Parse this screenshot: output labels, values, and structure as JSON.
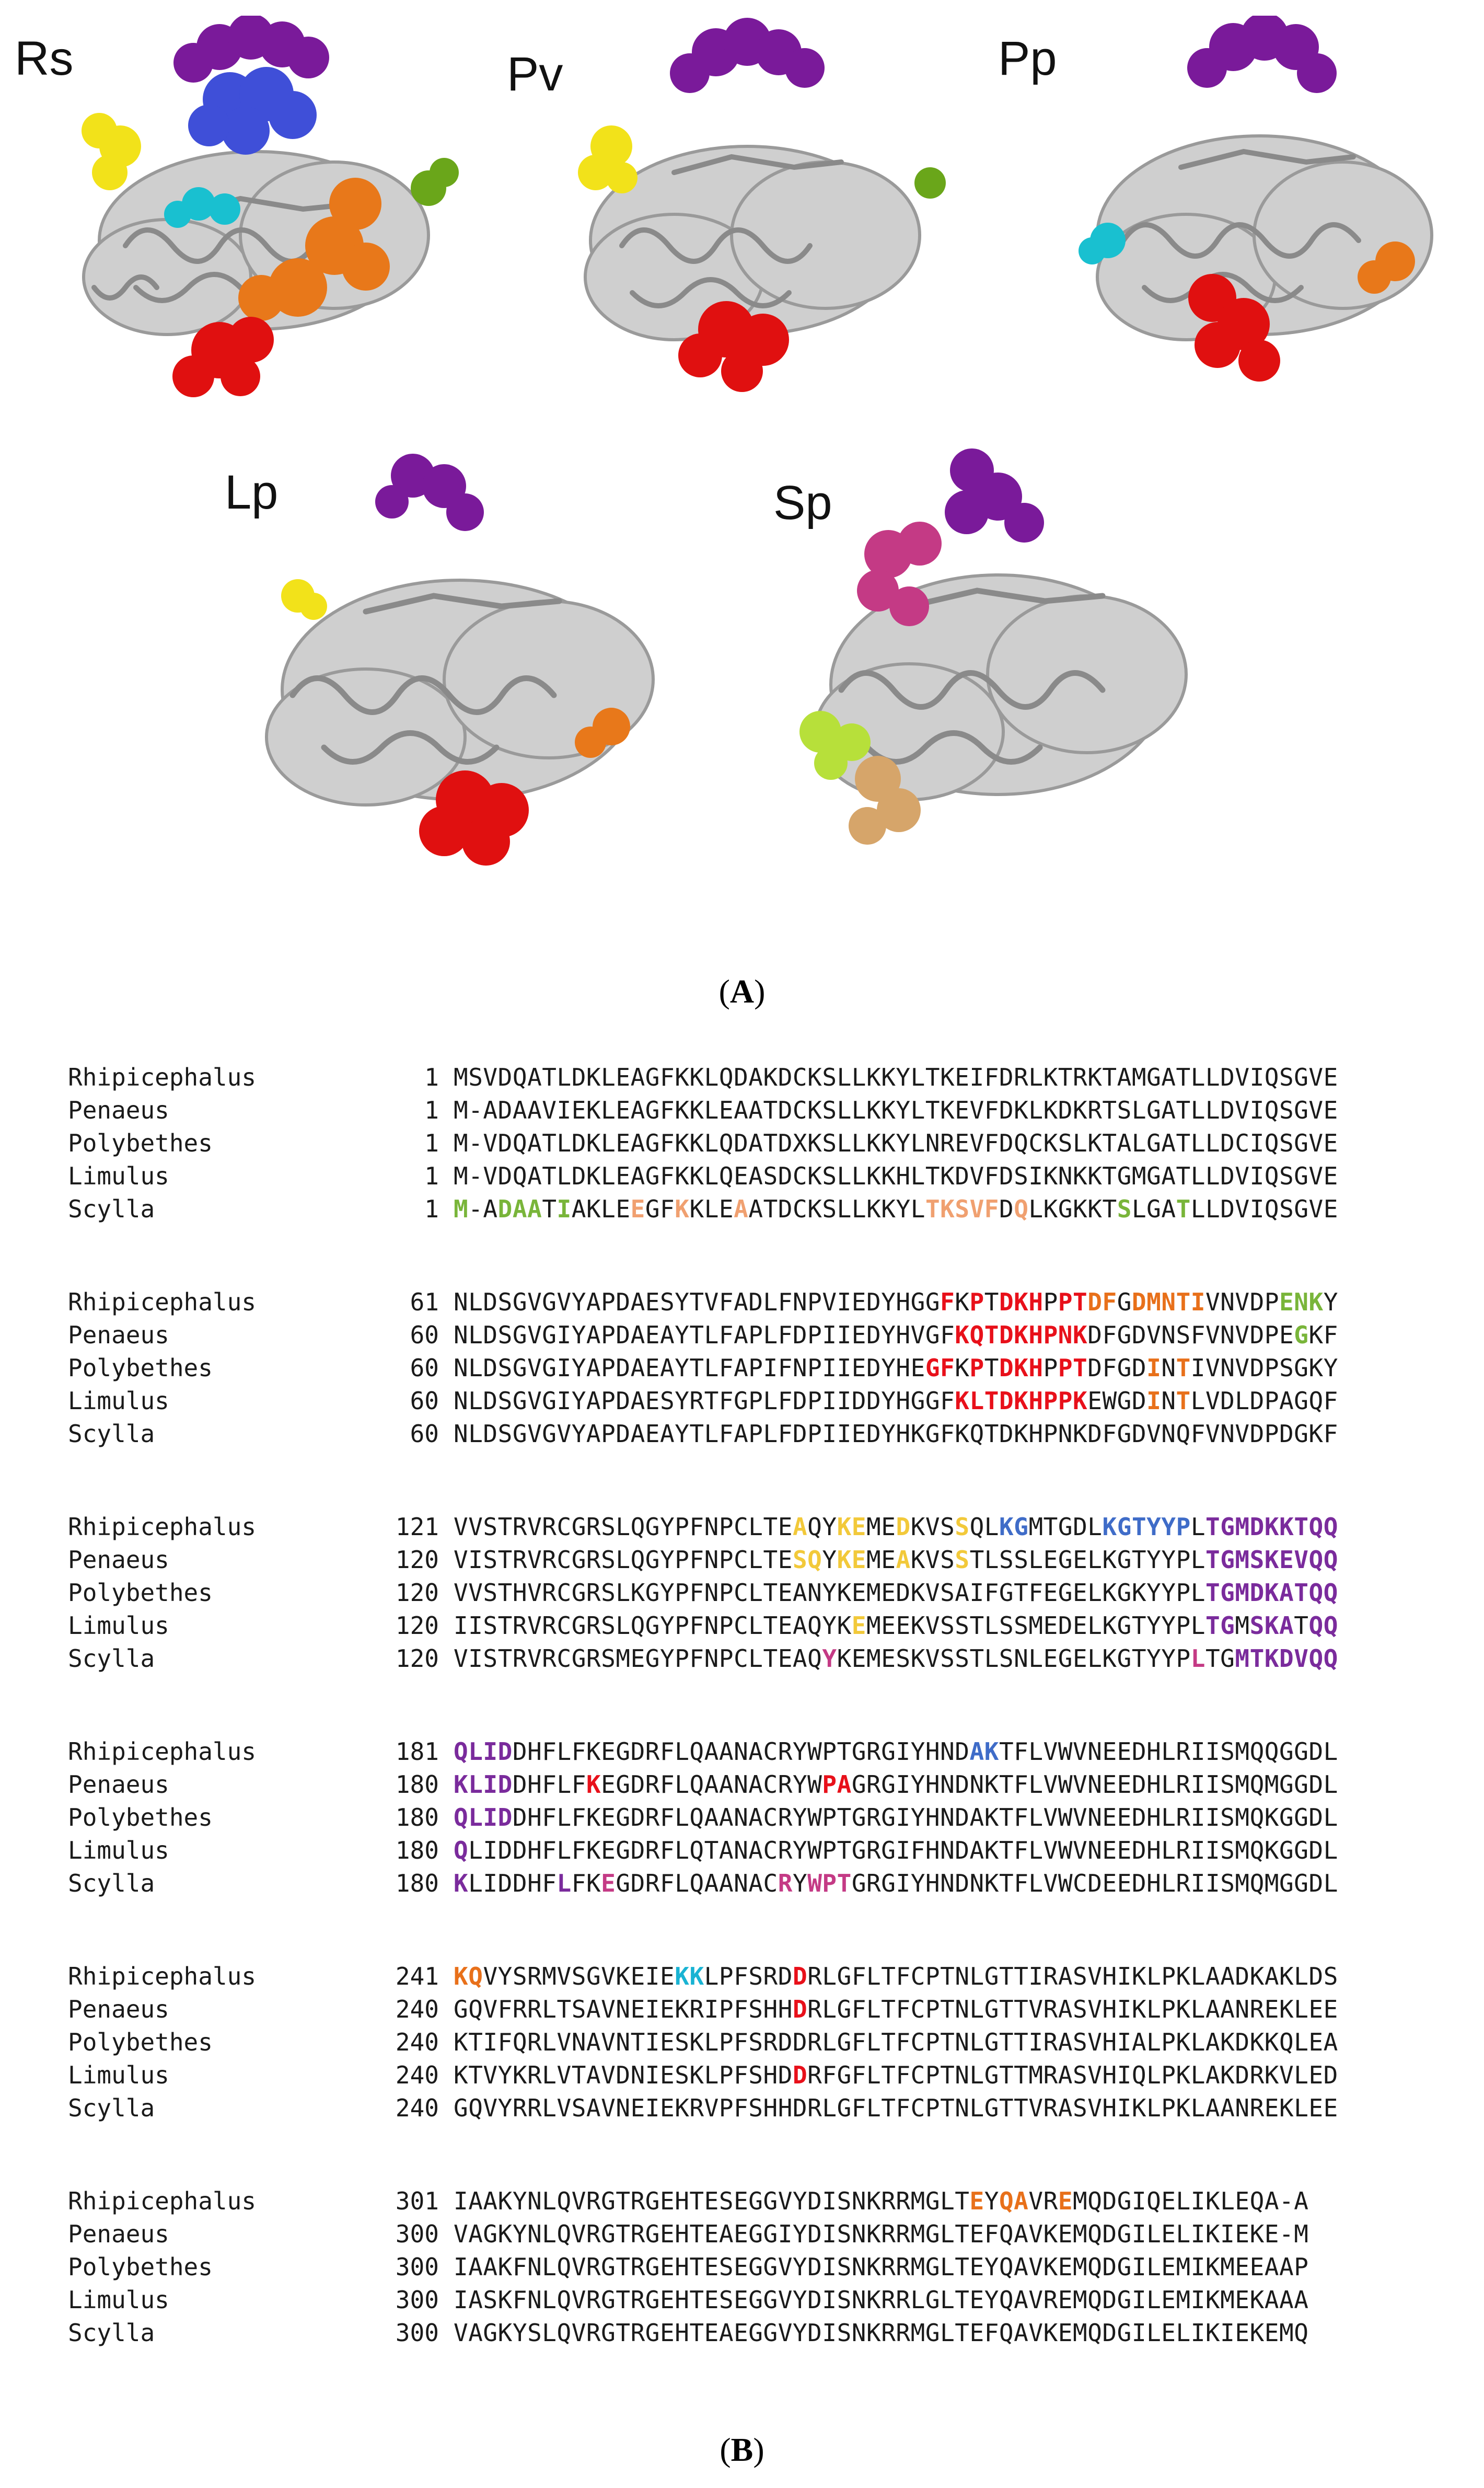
{
  "panel_a": {
    "structures": [
      {
        "label": "Rs"
      },
      {
        "label": "Pv"
      },
      {
        "label": "Pp"
      },
      {
        "label": "Lp"
      },
      {
        "label": "Sp"
      }
    ],
    "caption_letter": "A"
  },
  "colors": {
    "red": "#e8101a",
    "orange": "#e8701a",
    "yellow": "#f2c93a",
    "green": "#79b53a",
    "light_green": "#b7d84a",
    "purple": "#7a2b9c",
    "blue": "#3f6cc8",
    "cyan": "#19b3d3",
    "magenta": "#c43a85",
    "salmon": "#f0a070",
    "tan": "#d6a56a",
    "grey_structure": "#cfcfcf"
  },
  "panel_b": {
    "caption_letter": "B",
    "blocks": [
      {
        "rows": [
          {
            "species": "Rhipicephalus",
            "pos": "1",
            "seq": "MSVDQATLDKLEAGFKKLQDAKDCKSLLKKYLTKEIFDRLKTRKTAMGATLLDVIQSGVE",
            "hl": []
          },
          {
            "species": "Penaeus",
            "pos": "1",
            "seq": "M-ADAAVIEKLEAGFKKLEAATDCKSLLKKYLTKEVFDKLKDKRTSLGATLLDVIQSGVE",
            "hl": []
          },
          {
            "species": "Polybethes",
            "pos": "1",
            "seq": "M-VDQATLDKLEAGFKKLQDATDXKSLLKKYLNREVFDQCKSLKTALGATLLDCIQSGVE",
            "hl": []
          },
          {
            "species": "Limulus",
            "pos": "1",
            "seq": "M-VDQATLDKLEAGFKKLQEASDCKSLLKKHLTKDVFDSIKNKKTGMGATLLDVIQSGVE",
            "hl": []
          },
          {
            "species": "Scylla",
            "pos": "1",
            "seq": "M-ADAATIAKLEEGFKKLEAATDCKSLLKKYLTKSVFDQLKGKKTSLGATLLDVIQSGVE",
            "hl": [
              [
                0,
                1,
                "green"
              ],
              [
                3,
                6,
                "green"
              ],
              [
                7,
                8,
                "green"
              ],
              [
                12,
                13,
                "salmon"
              ],
              [
                15,
                16,
                "salmon"
              ],
              [
                19,
                20,
                "salmon"
              ],
              [
                32,
                37,
                "salmon"
              ],
              [
                38,
                39,
                "salmon"
              ],
              [
                45,
                46,
                "green"
              ],
              [
                49,
                50,
                "green"
              ]
            ]
          }
        ]
      },
      {
        "rows": [
          {
            "species": "Rhipicephalus",
            "pos": "61",
            "seq": "NLDSGVGVYAPDAESYTVFADLFNPVIEDYHGGFKPTDKHPPTDFGDMNTIVNVDPENKY",
            "hl": [
              [
                33,
                34,
                "red"
              ],
              [
                35,
                36,
                "red"
              ],
              [
                37,
                40,
                "red"
              ],
              [
                41,
                43,
                "red"
              ],
              [
                43,
                45,
                "orange"
              ],
              [
                46,
                51,
                "orange"
              ],
              [
                56,
                59,
                "green"
              ]
            ]
          },
          {
            "species": "Penaeus",
            "pos": "60",
            "seq": "NLDSGVGIYAPDAEAYTLFAPLFDPIIEDYHVGFKQTDKHPNKDFGDVNSFVNVDPEGKF",
            "hl": [
              [
                34,
                43,
                "red"
              ],
              [
                57,
                58,
                "green"
              ]
            ]
          },
          {
            "species": "Polybethes",
            "pos": "60",
            "seq": "NLDSGVGIYAPDAEAYTLFAPIFNPIIEDYHEGFKPTDKHPPTDFGDINTIVNVDPSGKY",
            "hl": [
              [
                32,
                34,
                "red"
              ],
              [
                35,
                36,
                "red"
              ],
              [
                37,
                40,
                "red"
              ],
              [
                41,
                43,
                "red"
              ],
              [
                47,
                48,
                "orange"
              ],
              [
                49,
                50,
                "orange"
              ]
            ]
          },
          {
            "species": "Limulus",
            "pos": "60",
            "seq": "NLDSGVGIYAPDAESYRTFGPLFDPIIDDYHGGFKLTDKHPPKEWGDINTLVDLDPAGQF",
            "hl": [
              [
                34,
                43,
                "red"
              ],
              [
                47,
                48,
                "orange"
              ],
              [
                49,
                50,
                "orange"
              ]
            ]
          },
          {
            "species": "Scylla",
            "pos": "60",
            "seq": "NLDSGVGVYAPDAEAYTLFAPLFDPIIEDYHKGFKQTDKHPNKDFGDVNQFVNVDPDGKF",
            "hl": []
          }
        ]
      },
      {
        "rows": [
          {
            "species": "Rhipicephalus",
            "pos": "121",
            "seq": "VVSTRVRCGRSLQGYPFNPCLTEAQYKEMEDKVSSQLKGMTGDLKGTYYPLTGMDKKTQQ",
            "hl": [
              [
                23,
                24,
                "yellow"
              ],
              [
                26,
                28,
                "yellow"
              ],
              [
                30,
                31,
                "yellow"
              ],
              [
                34,
                35,
                "yellow"
              ],
              [
                37,
                39,
                "blue"
              ],
              [
                44,
                50,
                "blue"
              ],
              [
                51,
                60,
                "purple"
              ]
            ]
          },
          {
            "species": "Penaeus",
            "pos": "120",
            "seq": "VISTRVRCGRSLQGYPFNPCLTESQYKEMEAKVSSTLSSLEGELKGTYYPLTGMSKEVQQ",
            "hl": [
              [
                23,
                25,
                "yellow"
              ],
              [
                26,
                28,
                "yellow"
              ],
              [
                30,
                31,
                "yellow"
              ],
              [
                34,
                35,
                "yellow"
              ],
              [
                51,
                60,
                "purple"
              ]
            ]
          },
          {
            "species": "Polybethes",
            "pos": "120",
            "seq": "VVSTHVRCGRSLKGYPFNPCLTEANYKEMEDKVSAIFGTFEGELKGKYYPLTGMDKATQQ",
            "hl": [
              [
                51,
                60,
                "purple"
              ]
            ]
          },
          {
            "species": "Limulus",
            "pos": "120",
            "seq": "IISTRVRCGRSLQGYPFNPCLTEAQYKEMEEKVSSTLSSMEDELKGTYYPLTGMSKATQQ",
            "hl": [
              [
                27,
                28,
                "yellow"
              ],
              [
                51,
                53,
                "purple"
              ],
              [
                54,
                57,
                "purple"
              ],
              [
                58,
                60,
                "purple"
              ]
            ]
          },
          {
            "species": "Scylla",
            "pos": "120",
            "seq": "VISTRVRCGRSMEGYPFNPCLTEAQYKEMESKVSSTLSNLEGELKGTYYPLTGMTKDVQQ",
            "hl": [
              [
                25,
                26,
                "magenta"
              ],
              [
                50,
                51,
                "magenta"
              ],
              [
                53,
                60,
                "purple"
              ]
            ]
          }
        ]
      },
      {
        "rows": [
          {
            "species": "Rhipicephalus",
            "pos": "181",
            "seq": "QLIDDHFLFKEGDRFLQAANACRYWPTGRGIYHNDAKTFLVWVNEEDHLRIISMQQGGDL",
            "hl": [
              [
                0,
                4,
                "purple"
              ],
              [
                35,
                37,
                "blue"
              ]
            ]
          },
          {
            "species": "Penaeus",
            "pos": "180",
            "seq": "KLIDDHFLFKEGDRFLQAANACRYWPAGRGIYHNDNKTFLVWVNEEDHLRIISMQMGGDL",
            "hl": [
              [
                0,
                4,
                "purple"
              ],
              [
                9,
                10,
                "red"
              ],
              [
                25,
                27,
                "red"
              ]
            ]
          },
          {
            "species": "Polybethes",
            "pos": "180",
            "seq": "QLIDDHFLFKEGDRFLQAANACRYWPTGRGIYHNDAKTFLVWVNEEDHLRIISMQKGGDL",
            "hl": [
              [
                0,
                4,
                "purple"
              ]
            ]
          },
          {
            "species": "Limulus",
            "pos": "180",
            "seq": "QLIDDHFLFKEGDRFLQTANACRYWPTGRGIFHNDAKTFLVWVNEEDHLRIISMQKGGDL",
            "hl": [
              [
                0,
                1,
                "purple"
              ]
            ]
          },
          {
            "species": "Scylla",
            "pos": "180",
            "seq": "KLIDDHFLFKEGDRFLQAANACRYWPTGRGIYHNDNKTFLVWCDEEDHLRIISMQMGGDL",
            "hl": [
              [
                0,
                1,
                "purple"
              ],
              [
                7,
                8,
                "purple"
              ],
              [
                10,
                11,
                "magenta"
              ],
              [
                22,
                23,
                "magenta"
              ],
              [
                24,
                27,
                "magenta"
              ]
            ]
          }
        ]
      },
      {
        "rows": [
          {
            "species": "Rhipicephalus",
            "pos": "241",
            "seq": "KQVYSRMVSGVKEIEKKLPFSRDDRLGFLTFCPTNLGTTIRASVHIKLPKLAADKAKLDS",
            "hl": [
              [
                0,
                2,
                "orange"
              ],
              [
                15,
                17,
                "cyan"
              ],
              [
                23,
                24,
                "red"
              ]
            ]
          },
          {
            "species": "Penaeus",
            "pos": "240",
            "seq": "GQVFRRLTSAVNEIEKRIPFSHHDRLGFLTFCPTNLGTTVRASVHIKLPKLAANREKLEE",
            "hl": [
              [
                23,
                24,
                "red"
              ]
            ]
          },
          {
            "species": "Polybethes",
            "pos": "240",
            "seq": "KTIFQRLVNAVNTIESKLPFSRDDRLGFLTFCPTNLGTTIRASVHIALPKLAKDKKQLEA",
            "hl": []
          },
          {
            "species": "Limulus",
            "pos": "240",
            "seq": "KTVYKRLVTAVDNIESKLPFSHDDRFGFLTFCPTNLGTTMRASVHIQLPKLAKDRKVLED",
            "hl": [
              [
                23,
                24,
                "red"
              ]
            ]
          },
          {
            "species": "Scylla",
            "pos": "240",
            "seq": "GQVYRRLVSAVNEIEKRVPFSHHDRLGFLTFCPTNLGTTVRASVHIKLPKLAANREKLEE",
            "hl": []
          }
        ]
      },
      {
        "rows": [
          {
            "species": "Rhipicephalus",
            "pos": "301",
            "seq": "IAAKYNLQVRGTRGEHTESEGGVYDISNKRRMGLTEYQAVREMQDGIQELIKLEQA-A",
            "hl": [
              [
                35,
                36,
                "orange"
              ],
              [
                37,
                39,
                "orange"
              ],
              [
                41,
                42,
                "orange"
              ]
            ]
          },
          {
            "species": "Penaeus",
            "pos": "300",
            "seq": "VAGKYNLQVRGTRGEHTEAEGGIYDISNKRRMGLTEFQAVKEMQDGILELIKIEKE-M",
            "hl": []
          },
          {
            "species": "Polybethes",
            "pos": "300",
            "seq": "IAAKFNLQVRGTRGEHTESEGGVYDISNKRRMGLTEYQAVKEMQDGILEMIKMEEAAP",
            "hl": []
          },
          {
            "species": "Limulus",
            "pos": "300",
            "seq": "IASKFNLQVRGTRGEHTESEGGVYDISNKRRLGLTEYQAVREMQDGILEMIKMEKAAA",
            "hl": []
          },
          {
            "species": "Scylla",
            "pos": "300",
            "seq": "VAGKYSLQVRGTRGEHTEAEGGVYDISNKRRMGLTEFQAVKEMQDGILELIKIEKEMQ",
            "hl": []
          }
        ]
      }
    ]
  }
}
